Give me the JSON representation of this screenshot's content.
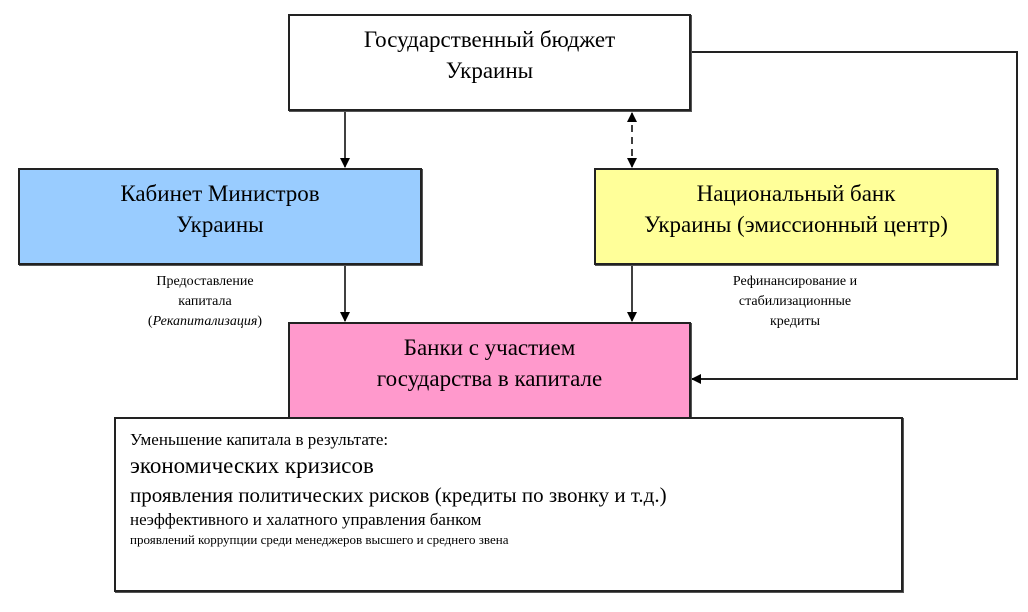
{
  "nodes": {
    "budget": {
      "line1": "Государственный бюджет",
      "line2": "Украины",
      "color": "#ffffff"
    },
    "cabinet": {
      "line1": "Кабинет Министров",
      "line2": "Украины",
      "color": "#99ccff"
    },
    "nbu": {
      "line1": "Национальный банк",
      "line2": "Украины (эмиссионный центр)",
      "color": "#ffff99"
    },
    "banks": {
      "line1": "Банки с участием",
      "line2": "государства в капитале",
      "color": "#ff99cc"
    }
  },
  "edge_labels": {
    "capital": {
      "line1": "Предоставление",
      "line2": "капитала",
      "line3_open": "(",
      "line3_italic": "Рекапитализация",
      "line3_close": ")"
    },
    "refinancing": {
      "line1": "Рефинансирование и",
      "line2": "стабилизационные",
      "line3": "кредиты"
    }
  },
  "causes": {
    "heading": "Уменьшение капитала в результате:",
    "items": [
      "экономических кризисов",
      "проявления политических рисков (кредиты по звонку и т.д.)",
      "неэффективного и халатного управления банком",
      "проявлений коррупции среди менеджеров высшего и среднего звена"
    ]
  },
  "edges": [
    {
      "from": "budget",
      "to": "cabinet",
      "style": "solid",
      "direction": "forward"
    },
    {
      "from": "budget",
      "to": "nbu",
      "style": "dashed",
      "direction": "both"
    },
    {
      "from": "cabinet",
      "to": "banks",
      "style": "solid",
      "direction": "forward",
      "label": "capital"
    },
    {
      "from": "nbu",
      "to": "banks",
      "style": "solid",
      "direction": "forward",
      "label": "refinancing"
    },
    {
      "from": "budget",
      "to": "banks",
      "style": "solid",
      "direction": "forward",
      "route": "right-side"
    }
  ]
}
